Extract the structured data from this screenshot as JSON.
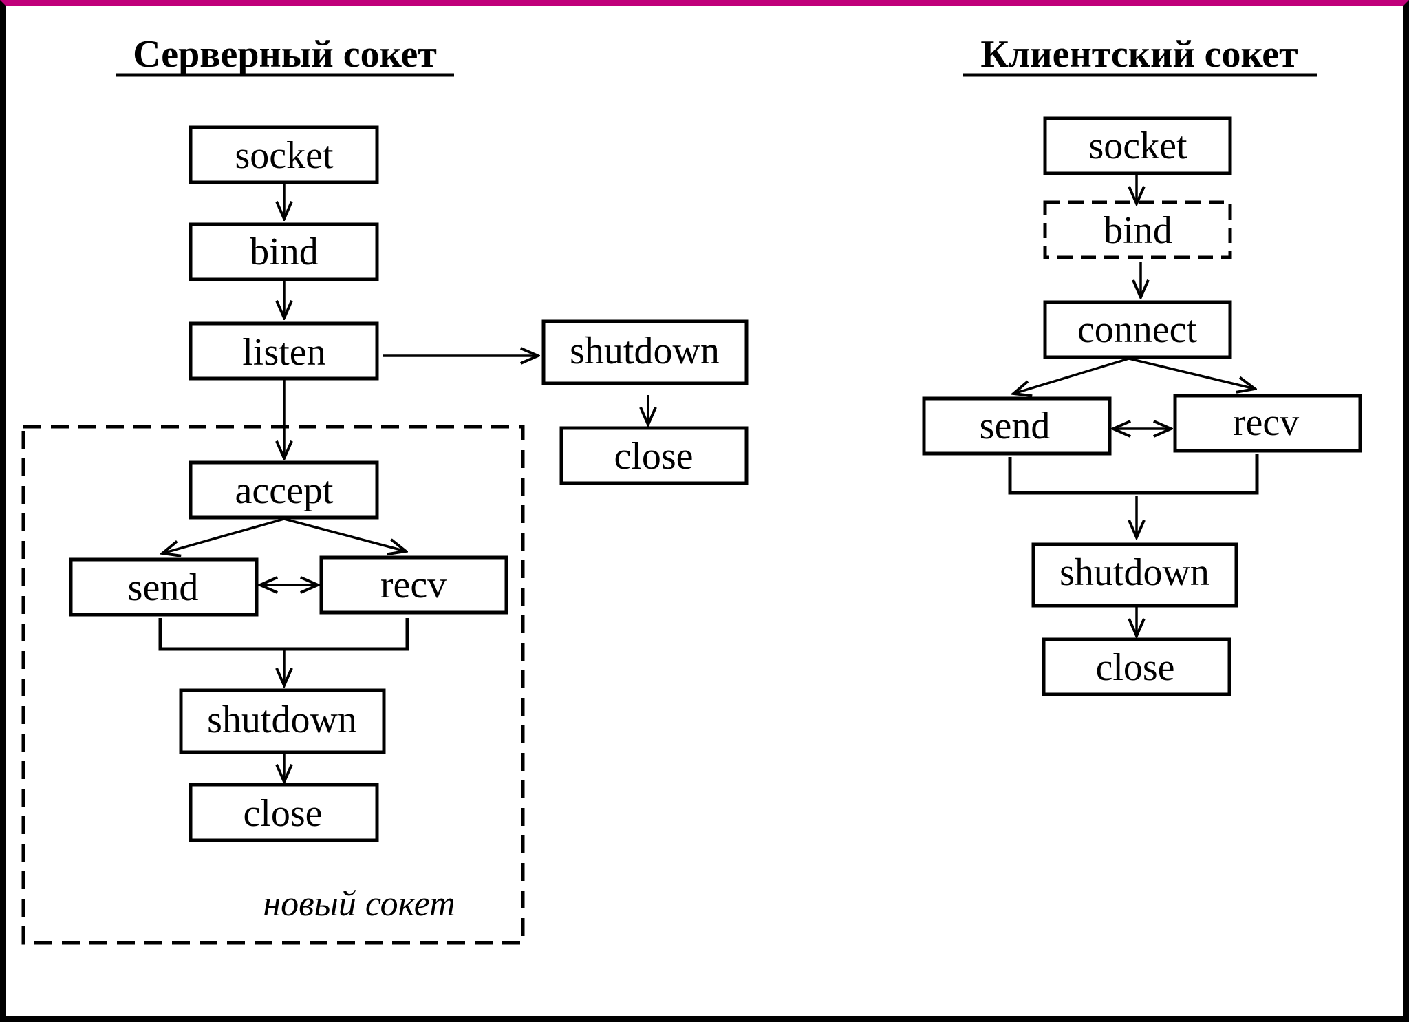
{
  "server": {
    "title": "Серверный сокет",
    "socket": "socket",
    "bind": "bind",
    "listen": "listen",
    "shutdown_listen": "shutdown",
    "close_listen": "close",
    "accept": "accept",
    "send": "send",
    "recv": "recv",
    "shutdown": "shutdown",
    "close": "close",
    "new_socket_note": "новый сокет"
  },
  "client": {
    "title": "Клиентский сокет",
    "socket": "socket",
    "bind": "bind",
    "connect": "connect",
    "send": "send",
    "recv": "recv",
    "shutdown": "shutdown",
    "close": "close"
  },
  "colors": {
    "frame_top": "#c0007a",
    "line": "#000000",
    "background": "#ffffff"
  }
}
